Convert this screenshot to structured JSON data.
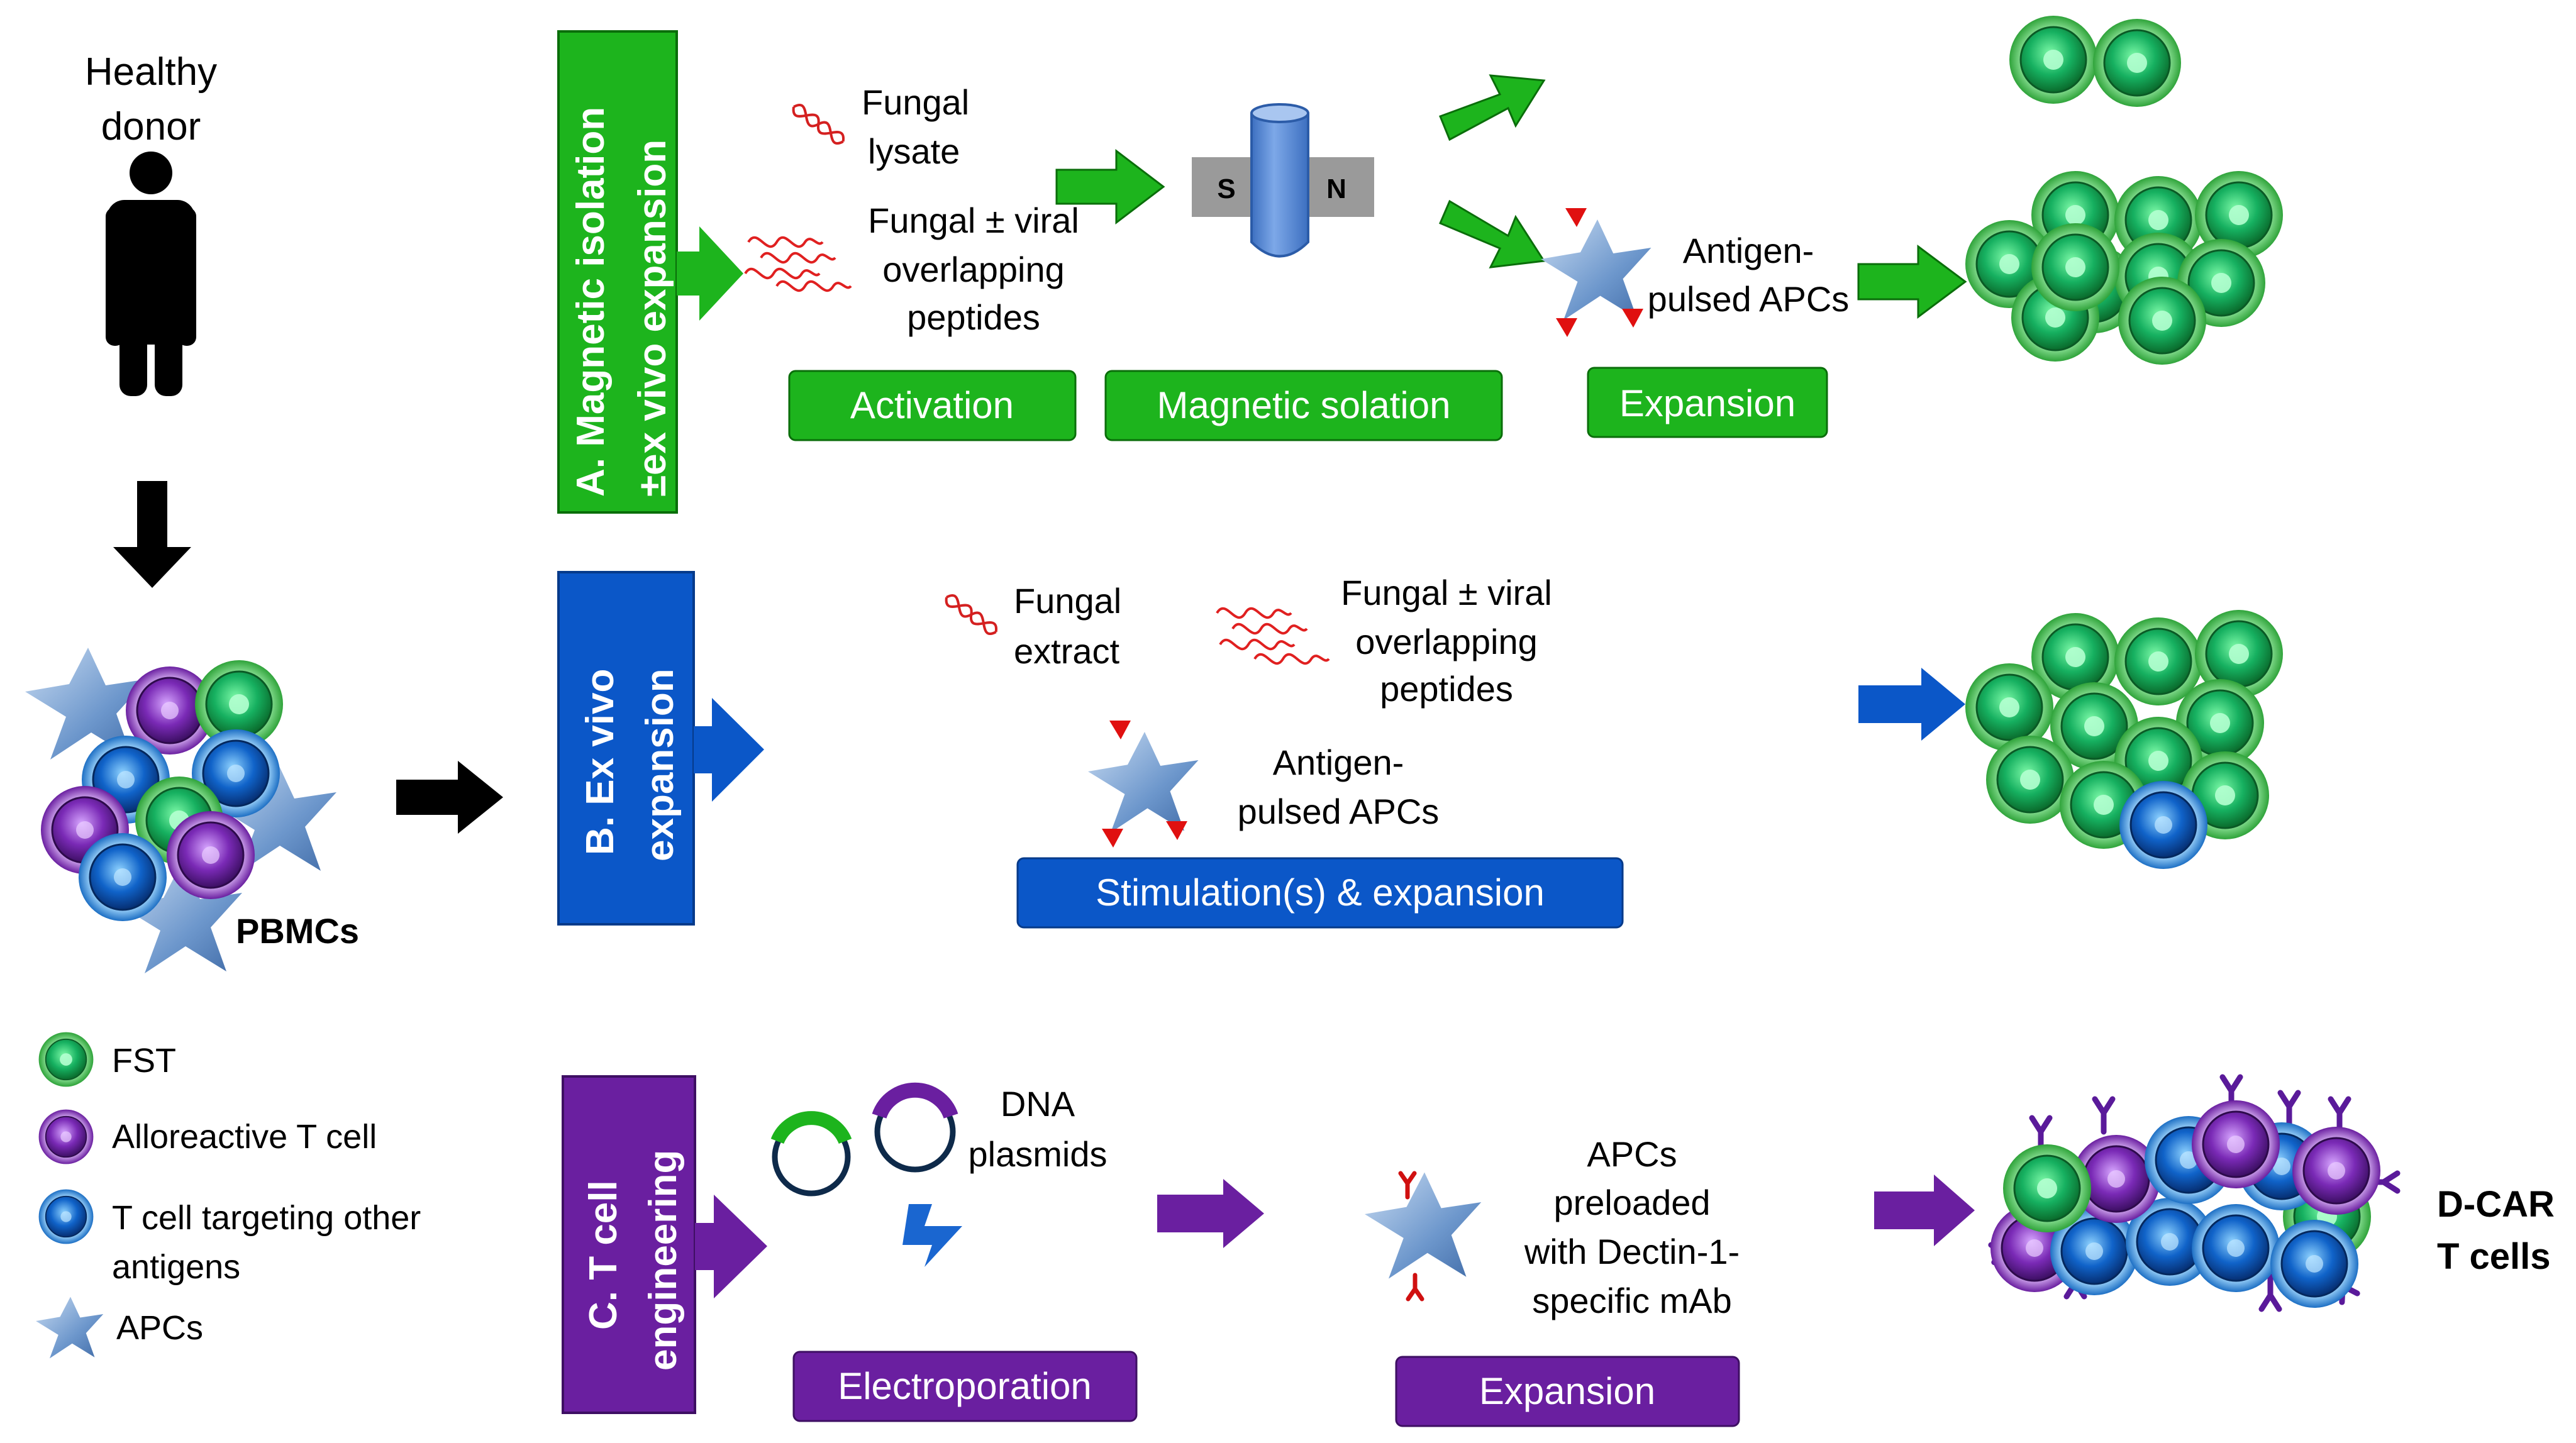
{
  "donor": {
    "line1": "Healthy",
    "line2": "donor"
  },
  "pbmc_label": "PBMCs",
  "legend": {
    "fst": "FST",
    "allo": "Alloreactive T cell",
    "other_line1": "T cell targeting other",
    "other_line2": "antigens",
    "apc": "APCs"
  },
  "panel_a": {
    "title_line1": "A. Magnetic isolation",
    "title_line2": "±ex vivo expansion",
    "fungal_lysate_1": "Fungal",
    "fungal_lysate_2": "lysate",
    "peptides_1": "Fungal ± viral",
    "peptides_2": "overlapping",
    "peptides_3": "peptides",
    "magnet_s": "S",
    "magnet_n": "N",
    "apc_1": "Antigen-",
    "apc_2": "pulsed APCs",
    "step_activation": "Activation",
    "step_isolation": "Magnetic solation",
    "step_expansion": "Expansion",
    "color": "#1db41d"
  },
  "panel_b": {
    "title_line1": "B. Ex vivo",
    "title_line2": "expansion",
    "fungal_extract_1": "Fungal",
    "fungal_extract_2": "extract",
    "peptides_1": "Fungal ± viral",
    "peptides_2": "overlapping",
    "peptides_3": "peptides",
    "apc_1": "Antigen-",
    "apc_2": "pulsed APCs",
    "step": "Stimulation(s) & expansion",
    "color": "#0b57c8"
  },
  "panel_c": {
    "title_line1": "C. T cell",
    "title_line2": "engineering",
    "dna_1": "DNA",
    "dna_2": "plasmids",
    "apc_1": "APCs",
    "apc_2": "preloaded",
    "apc_3": "with Dectin-1-",
    "apc_4": "specific mAb",
    "step_electro": "Electroporation",
    "step_expansion": "Expansion",
    "result_1": "D-CAR",
    "result_2": "T cells",
    "color": "#6a1fa0"
  }
}
